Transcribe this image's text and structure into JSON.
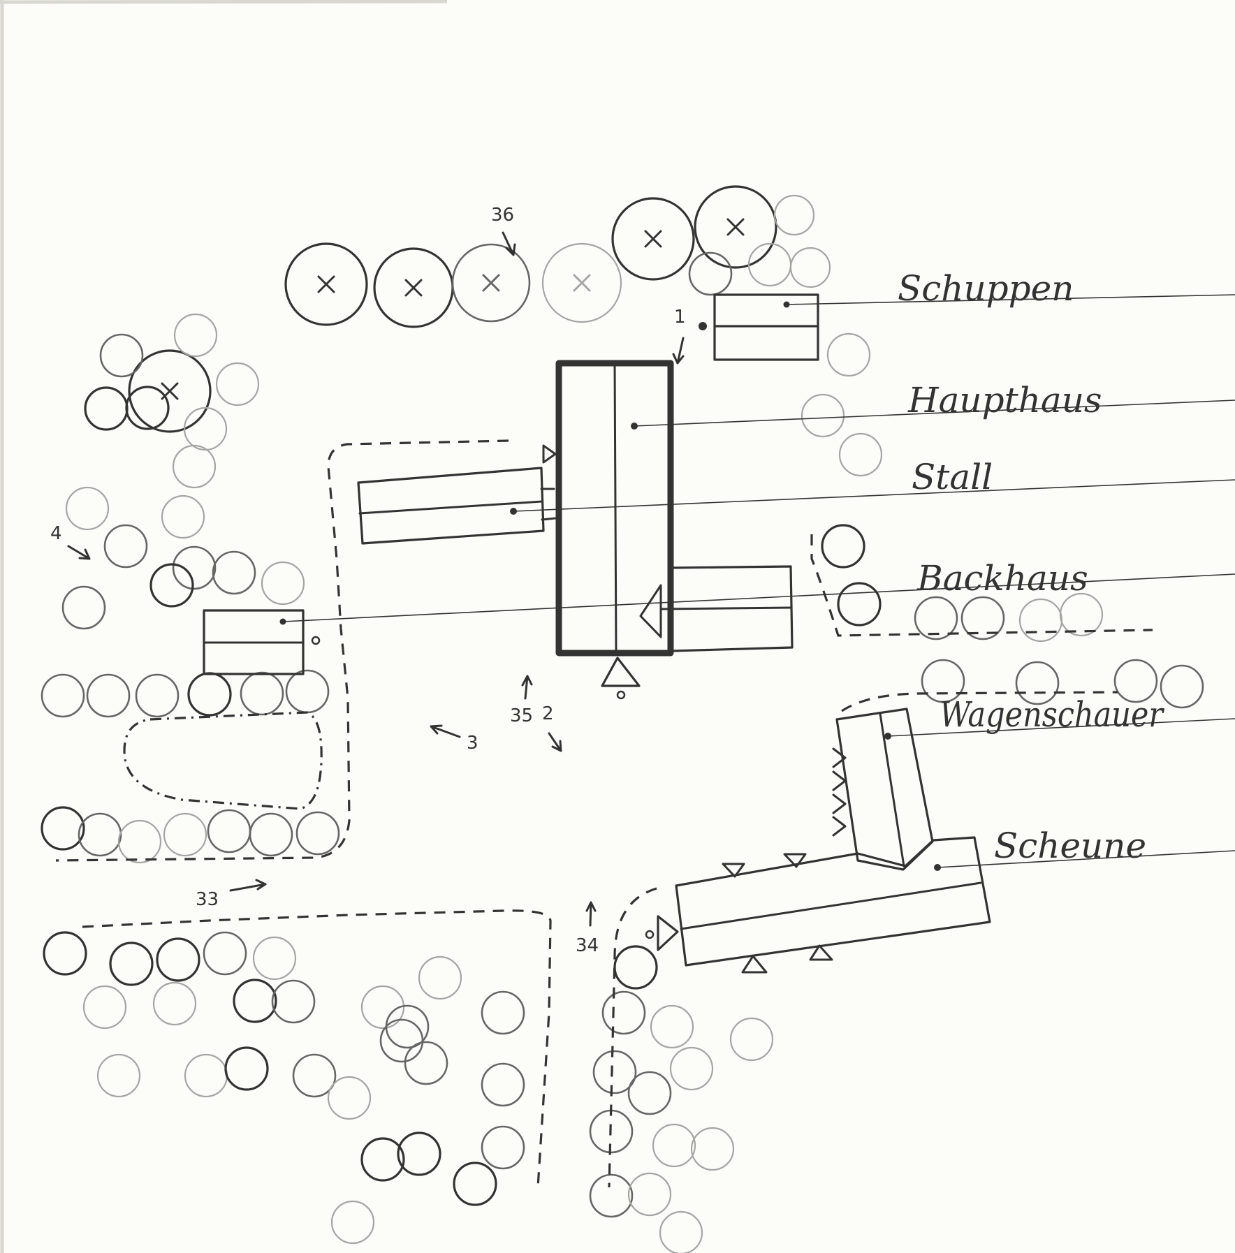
{
  "labels": {
    "schuppen": "Schuppen",
    "haupthaus": "Haupthaus",
    "stall": "Stall",
    "backhaus": "Backhaus",
    "wagenschauer": "Wagenschauer",
    "scheune": "Scheune"
  },
  "numbers": {
    "n36": "36",
    "n1": "1",
    "n4": "4",
    "n3": "3",
    "n35": "35",
    "n2": "2",
    "n33": "33",
    "n34": "34"
  },
  "colors": {
    "ink": "#333333",
    "paper": "#fcfcf9"
  }
}
